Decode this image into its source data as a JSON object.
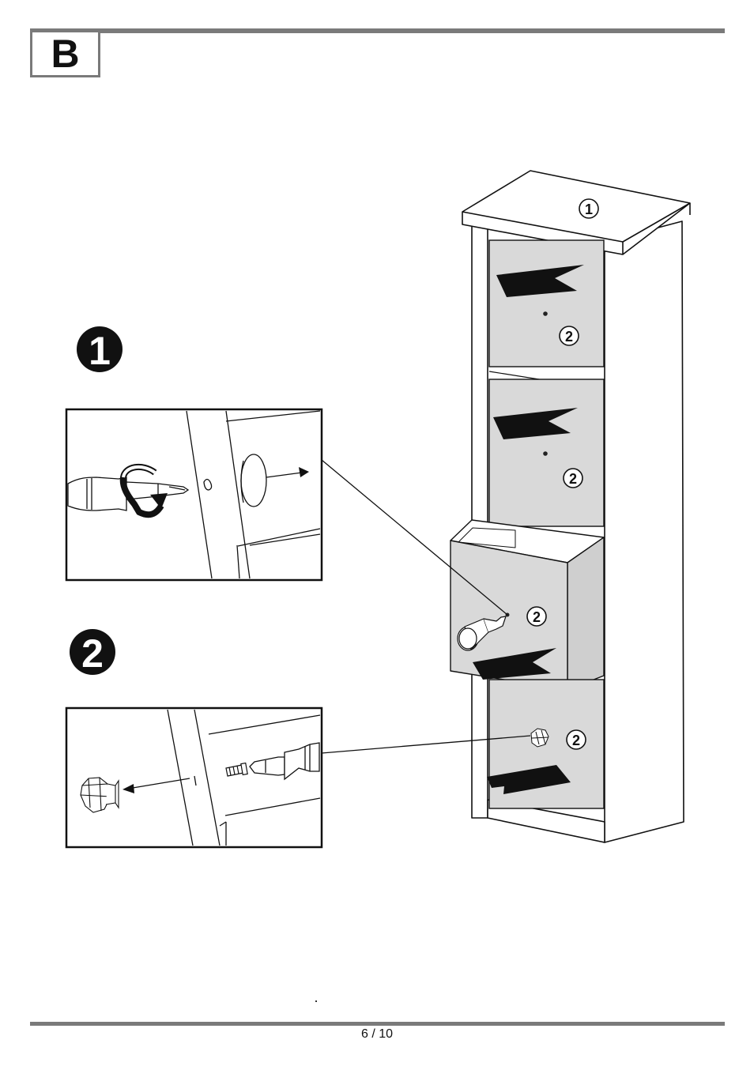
{
  "step": {
    "letter": "B"
  },
  "sub_steps": [
    {
      "number": "1"
    },
    {
      "number": "2"
    }
  ],
  "part_labels": {
    "top_panel": "1",
    "drawer_1": "2",
    "drawer_2": "2",
    "drawer_3": "2",
    "drawer_4": "2"
  },
  "footer": {
    "page": "6 / 10"
  },
  "colors": {
    "rule": "#7a7a7a",
    "drawer_fill": "#d9d9d9",
    "ink": "#111111"
  },
  "icons": [
    "screwdriver-icon",
    "rotation-arrow-icon",
    "knob-icon",
    "screw-icon",
    "pull-arrow-icon",
    "push-arrow-icon"
  ]
}
